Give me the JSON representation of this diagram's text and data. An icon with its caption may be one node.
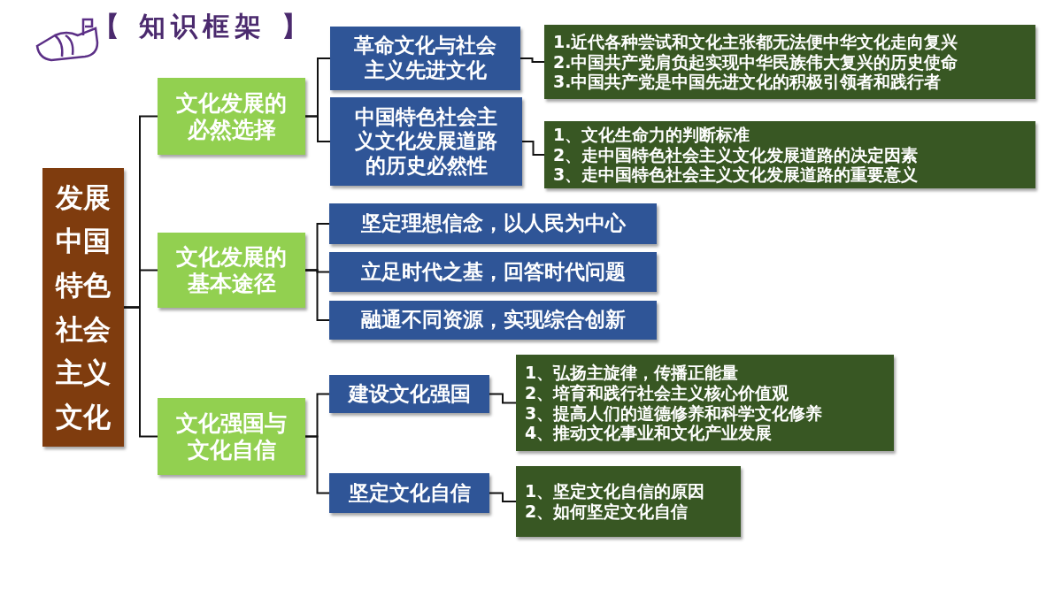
{
  "diagram": {
    "title": "【 知识框架 】",
    "nodes": [
      {
        "text": [
          "发展中国特色社会主义文化"
        ]
      },
      {
        "text": [
          "文化发展的必然选择"
        ]
      },
      {
        "text": [
          "革命文化与社会主义先进文化"
        ]
      },
      {
        "text": [
          "中国特色社会主义文化发展道路的历史必然性"
        ]
      },
      {
        "text": [
          "1.近代各种尝试和文化主张都无法便中华文化走向复兴",
          "2.中国共产党肩负起实现中华民族伟大复兴的历史使命",
          "3.中国共产党是中国先进文化的积极引领者和践行者"
        ]
      },
      {
        "text": [
          "1、文化生命力的判断标准",
          "2、走中国特色社会主义文化发展道路的决定因素",
          "3、走中国特色社会主义文化发展道路的重要意义"
        ]
      },
      {
        "text": [
          "文化发展的基本途径"
        ]
      },
      {
        "text": [
          "坚定理想信念，以人民为中心"
        ]
      },
      {
        "text": [
          "立足时代之基，回答时代问题"
        ]
      },
      {
        "text": [
          "融通不同资源，实现综合创新"
        ]
      },
      {
        "text": [
          "文化强国与文化自信"
        ]
      },
      {
        "text": [
          "建设文化强国"
        ]
      },
      {
        "text": [
          "1、弘扬主旋律，传播正能量",
          "2、培育和践行社会主义核心价值观",
          "3、提高人们的道德修养和科学文化修养",
          "4、推动文化事业和文化产业发展"
        ]
      },
      {
        "text": [
          "坚定文化自信"
        ]
      },
      {
        "text": [
          "1、坚定文化自信的原因",
          "2、如何坚定文化自信"
        ]
      }
    ],
    "edges": [
      {
        "from": 0,
        "to": 1,
        "arrow": "none"
      },
      {
        "from": 0,
        "to": 6,
        "arrow": "none"
      },
      {
        "from": 0,
        "to": 10,
        "arrow": "none"
      },
      {
        "from": 1,
        "to": 2,
        "arrow": "none"
      },
      {
        "from": 1,
        "to": 3,
        "arrow": "none"
      },
      {
        "from": 2,
        "to": 4,
        "arrow": "none"
      },
      {
        "from": 3,
        "to": 5,
        "arrow": "none"
      },
      {
        "from": 6,
        "to": 7,
        "arrow": "none"
      },
      {
        "from": 6,
        "to": 8,
        "arrow": "none"
      },
      {
        "from": 6,
        "to": 9,
        "arrow": "none"
      },
      {
        "from": 10,
        "to": 11,
        "arrow": "none"
      },
      {
        "from": 10,
        "to": 13,
        "arrow": "none"
      },
      {
        "from": 11,
        "to": 12,
        "arrow": "none"
      },
      {
        "from": 13,
        "to": 14,
        "arrow": "none"
      }
    ]
  }
}
